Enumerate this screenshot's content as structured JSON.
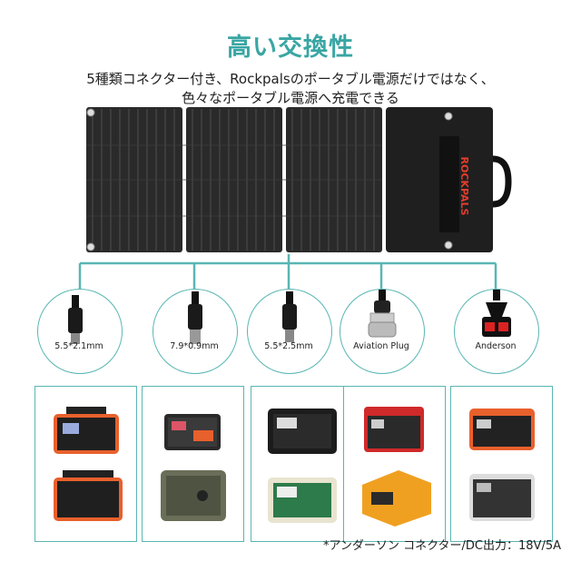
{
  "header": {
    "title": "高い交換性",
    "subtitle_line1": "5種類コネクター付き、Rockpalsのポータブル電源だけではなく、",
    "subtitle_line2": "色々なポータブル電源へ充電できる"
  },
  "panel": {
    "brand": "ROCKPALS"
  },
  "connectors": [
    {
      "label": "5.5*2.1mm",
      "icon": "dc-plug-icon"
    },
    {
      "label": "7.9*0.9mm",
      "icon": "dc-plug-icon"
    },
    {
      "label": "5.5*2.5mm",
      "icon": "dc-plug-icon"
    },
    {
      "label": "Aviation Plug",
      "icon": "aviation-plug-icon"
    },
    {
      "label": "Anderson",
      "icon": "anderson-plug-icon"
    }
  ],
  "footnote": "*アンダーソン コネクター/DC出力：18V/5A",
  "colors": {
    "accent": "#59b6b4",
    "title": "#39a6a4",
    "panel": "#2b2b2b",
    "orange": "#e8602c"
  }
}
